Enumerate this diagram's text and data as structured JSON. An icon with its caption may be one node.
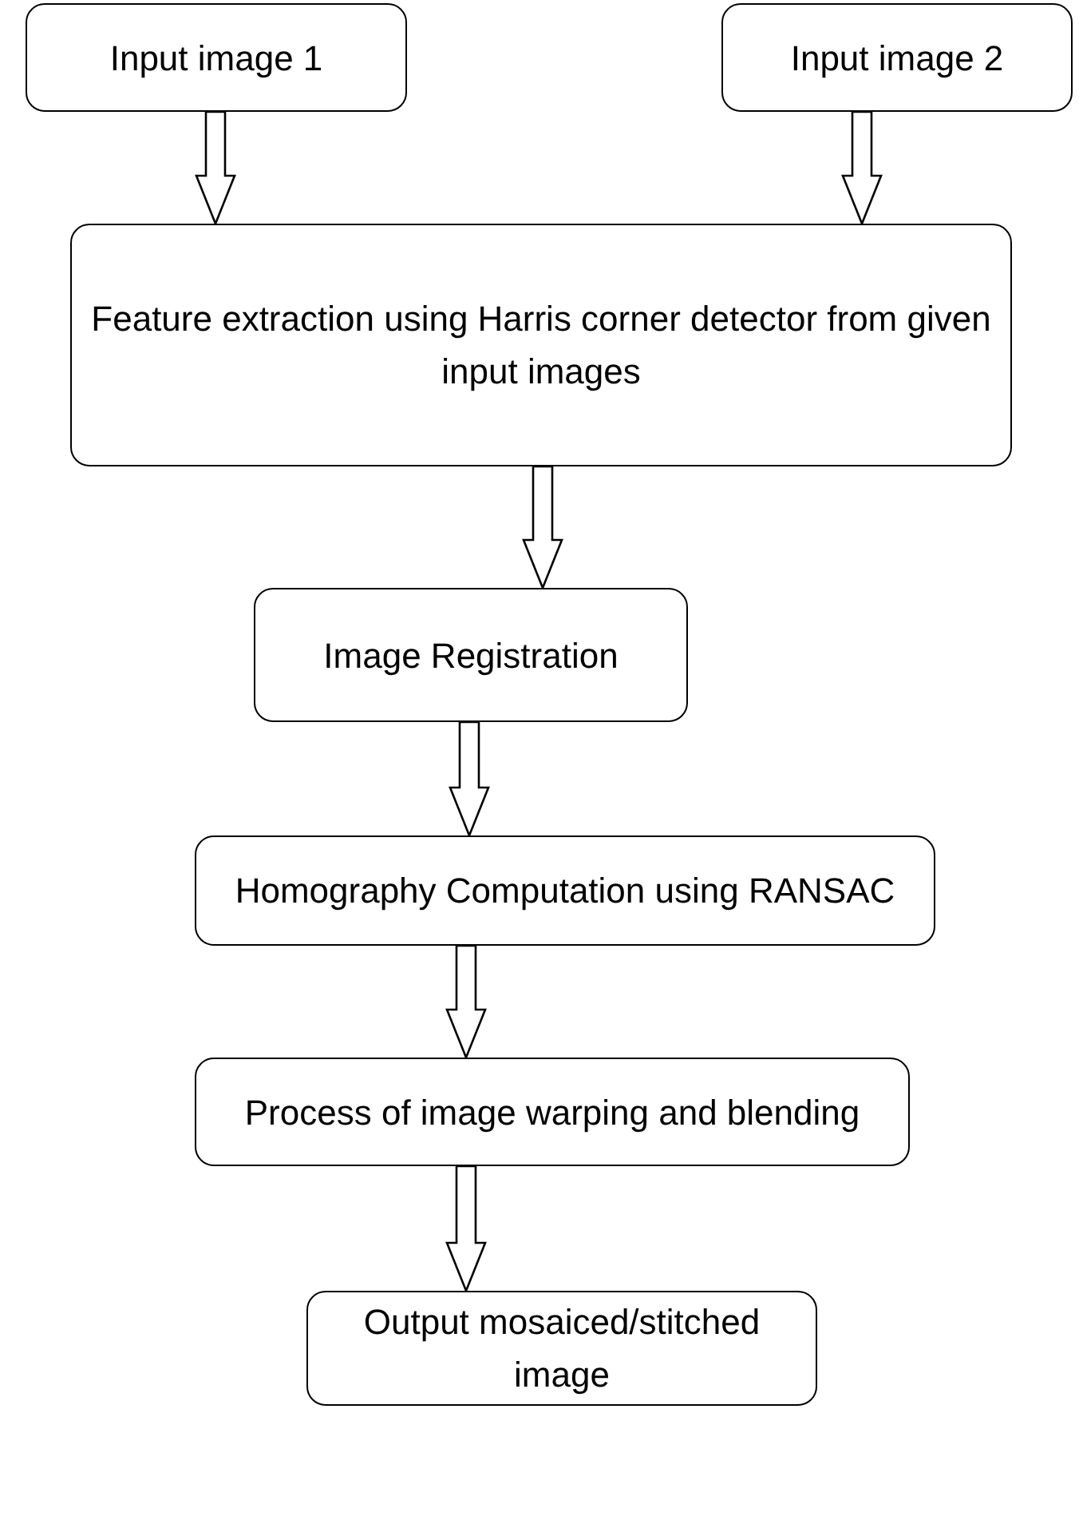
{
  "diagram": {
    "nodes": [
      {
        "text": [
          "Input image 1"
        ]
      },
      {
        "text": [
          "Input image 2"
        ]
      },
      {
        "text": [
          "Feature extraction using Harris corner detector from given input images"
        ]
      },
      {
        "text": [
          "Image Registration"
        ]
      },
      {
        "text": [
          "Homography Computation using RANSAC"
        ]
      },
      {
        "text": [
          "Process of image warping and blending"
        ]
      },
      {
        "text": [
          "Output mosaiced/stitched image"
        ]
      }
    ],
    "edges": [
      {
        "from": 0,
        "to": 2,
        "arrow": "to"
      },
      {
        "from": 1,
        "to": 2,
        "arrow": "to"
      },
      {
        "from": 2,
        "to": 3,
        "arrow": "to"
      },
      {
        "from": 3,
        "to": 4,
        "arrow": "to"
      },
      {
        "from": 4,
        "to": 5,
        "arrow": "to"
      },
      {
        "from": 5,
        "to": 6,
        "arrow": "to"
      }
    ]
  }
}
